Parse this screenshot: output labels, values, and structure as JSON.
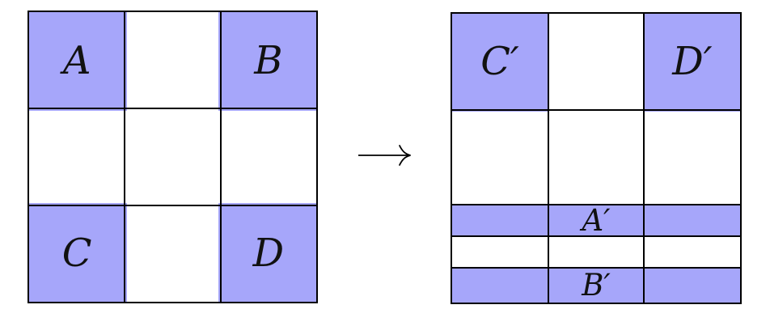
{
  "colors": {
    "cell_fill": "#a6a6fa",
    "grid_line": "#000000",
    "background": "#ffffff"
  },
  "left_grid": {
    "rows": 3,
    "cols": 3,
    "labels": {
      "top_left": "A",
      "top_right": "B",
      "bottom_left": "C",
      "bottom_right": "D"
    }
  },
  "arrow": {
    "name": "long-right-arrow"
  },
  "right_grid": {
    "cols": 3,
    "labels": {
      "top_left": "C′",
      "top_right": "D′",
      "upper_strip": "A′",
      "lower_strip": "B′"
    }
  }
}
